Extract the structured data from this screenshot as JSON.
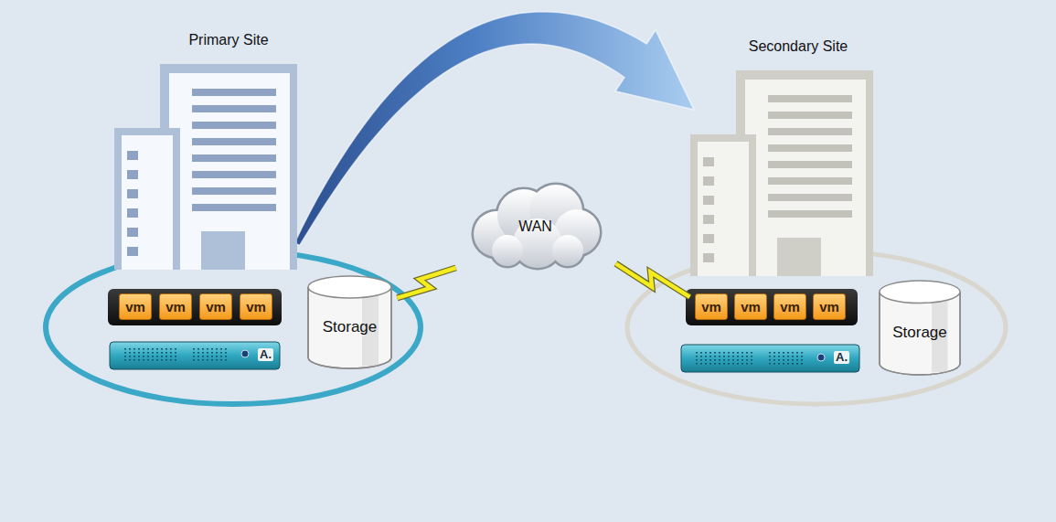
{
  "diagram": {
    "nodes": [
      {
        "text": [
          "Primary Site"
        ]
      },
      {
        "text": [
          "Secondary Site"
        ]
      },
      {
        "text": [
          "WAN"
        ]
      },
      {
        "text": [
          "vm"
        ]
      },
      {
        "text": [
          "vm"
        ]
      },
      {
        "text": [
          "vm"
        ]
      },
      {
        "text": [
          "vm"
        ]
      },
      {
        "text": [
          "Storage"
        ]
      },
      {
        "text": [
          "vm"
        ]
      },
      {
        "text": [
          "vm"
        ]
      },
      {
        "text": [
          "vm"
        ]
      },
      {
        "text": [
          "vm"
        ]
      },
      {
        "text": [
          "Storage"
        ]
      }
    ],
    "edges": [
      {
        "from": 0,
        "to": 1,
        "arrow": "to"
      },
      {
        "from": 7,
        "to": 2,
        "arrow": "none"
      },
      {
        "from": 2,
        "to": 8,
        "arrow": "none"
      }
    ],
    "labels": [
      "A.",
      "A."
    ]
  }
}
